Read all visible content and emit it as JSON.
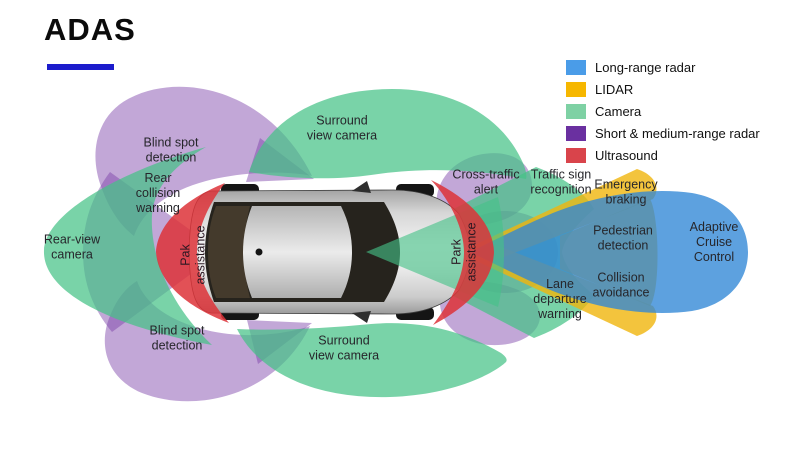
{
  "title": "ADAS",
  "colors": {
    "long_range_radar": "#2f86d6",
    "lidar": "#f0b50c",
    "camera": "#45c287",
    "short_medium_radar": "#7b3fa8",
    "ultrasound": "#dd3338",
    "title_underline": "#1c1ccc"
  },
  "legend": {
    "items": [
      {
        "label": "Long-range radar",
        "color": "#4a9ce8"
      },
      {
        "label": "LIDAR",
        "color": "#f6b700"
      },
      {
        "label": "Camera",
        "color": "#7ed1a4"
      },
      {
        "label": "Short & medium-range radar",
        "color": "#6a30a0"
      },
      {
        "label": "Ultrasound",
        "color": "#d9444b"
      }
    ]
  },
  "zones": {
    "blind_spot_top": "Blind spot\ndetection",
    "rear_collision": "Rear\ncollision\nwarning",
    "rear_view_camera": "Rear-view\ncamera",
    "park_assist_left": "Pak\nassistance",
    "blind_spot_bottom": "Blind spot\ndetection",
    "surround_top": "Surround\nview camera",
    "surround_bottom": "Surround\nview camera",
    "cross_traffic": "Cross-traffic\nalert",
    "park_assist_right": "Park\nassistance",
    "traffic_sign": "Traffic sign\nrecognition",
    "emergency_braking": "Emergency\nbraking",
    "pedestrian_detection": "Pedestrian\ndetection",
    "adaptive_cruise": "Adaptive\nCruise\nControl",
    "collision_avoidance": "Collision\navoidance",
    "lane_departure": "Lane\ndeparture\nwarning"
  }
}
